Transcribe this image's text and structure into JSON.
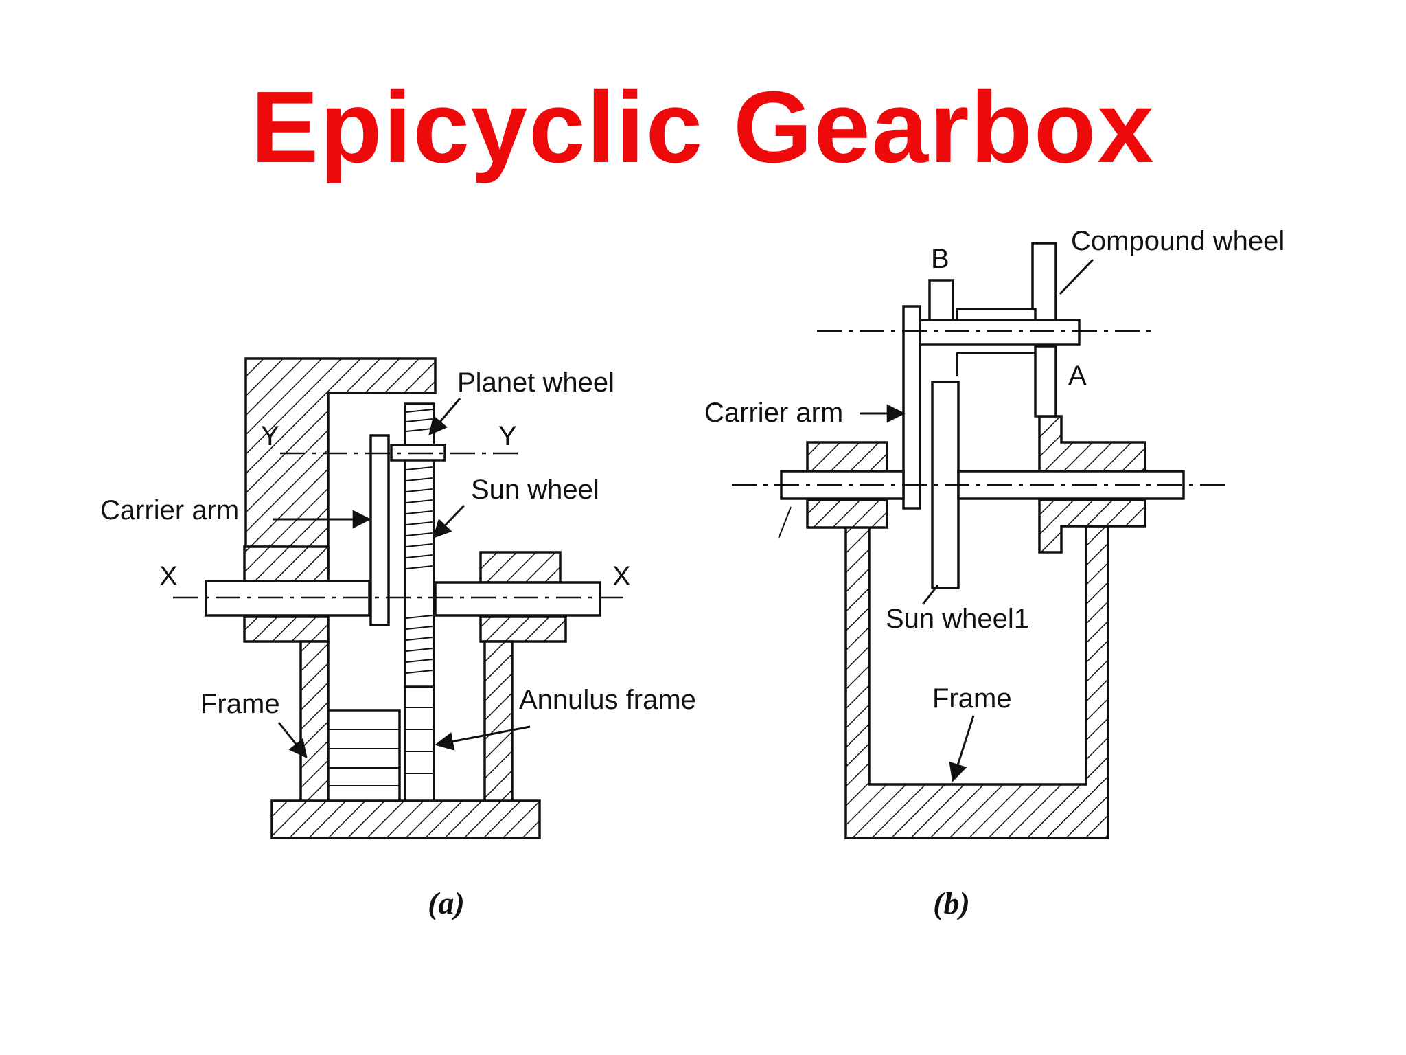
{
  "title": "Epicyclic Gearbox",
  "colors": {
    "title": "#ee0a0a",
    "ink": "#111111",
    "background": "#ffffff"
  },
  "figure_a": {
    "caption": "(a)",
    "labels": {
      "planet_wheel": "Planet wheel",
      "sun_wheel": "Sun wheel",
      "carrier_arm": "Carrier arm",
      "frame": "Frame",
      "annulus_frame": "Annulus frame",
      "axis_y_left": "Y",
      "axis_y_right": "Y",
      "axis_x_left": "X",
      "axis_x_right": "X"
    }
  },
  "figure_b": {
    "caption": "(b)",
    "labels": {
      "compound_wheel": "Compound wheel",
      "point_b": "B",
      "point_a": "A",
      "carrier_arm": "Carrier arm",
      "sun_wheel": "Sun wheel1",
      "frame": "Frame"
    }
  }
}
